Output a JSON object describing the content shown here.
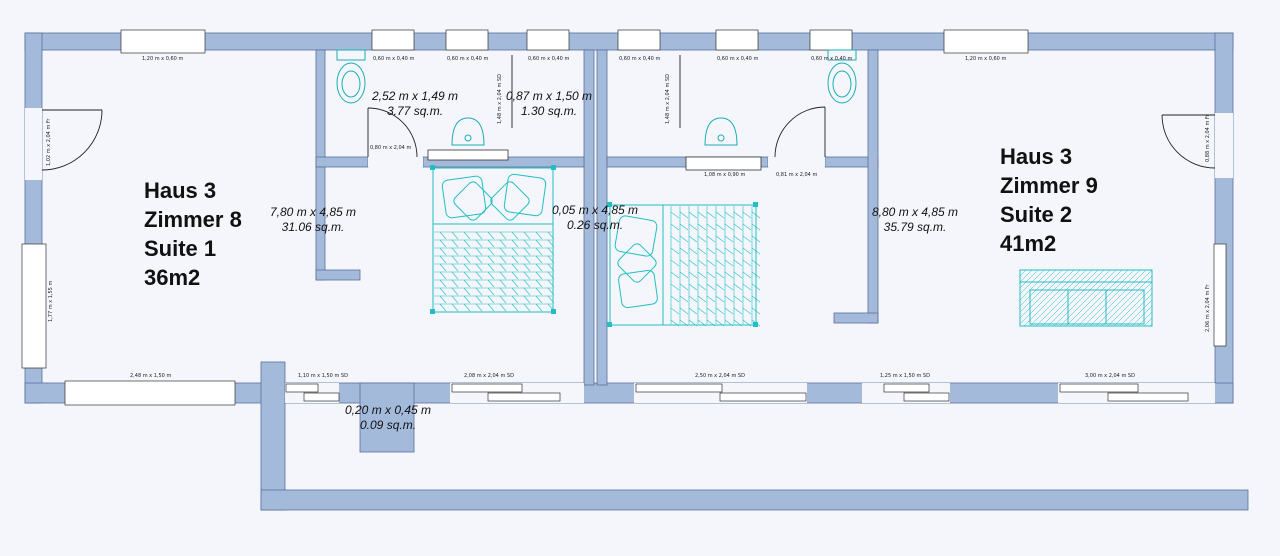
{
  "rooms": {
    "left": {
      "house": "Haus 3",
      "room": "Zimmer 8",
      "suite": "Suite 1",
      "area": "36m2"
    },
    "right": {
      "house": "Haus 3",
      "room": "Zimmer 9",
      "suite": "Suite 2",
      "area": "41m2"
    }
  },
  "dimensions": {
    "bath_left": {
      "size": "2,52 m x 1,49 m",
      "area": "3.77 sq.m."
    },
    "closet": {
      "size": "0,87 m x 1,50 m",
      "area": "1.30 sq.m."
    },
    "room_left": {
      "size": "7,80 m x 4,85 m",
      "area": "31.06 sq.m."
    },
    "wall_gap": {
      "size": "0,05 m x 4,85 m",
      "area": "0.26 sq.m."
    },
    "room_right": {
      "size": "8,80 m x 4,85 m",
      "area": "35.79 sq.m."
    },
    "pillar": {
      "size": "0,20 m x 0,45 m",
      "area": "0.09 sq.m."
    }
  },
  "opening_labels": {
    "top_left_window": "1,20 m x 0,60 m",
    "top_w1": "0,60 m x 0,40 m",
    "top_w2": "0,60 m x 0,40 m",
    "top_w3": "0,60 m x 0,40 m",
    "top_w4": "0,60 m x 0,40 m",
    "top_w5": "0,60 m x 0,40 m",
    "top_w6": "0,60 m x 0,40 m",
    "top_right_window": "1,20 m x 0,60 m",
    "bottom_left_window": "2,48 m x 1,50 m",
    "bottom_sd1": "1,10 m x 1,50 m SD",
    "bottom_sd2": "2,08 m x 2,04 m SD",
    "bottom_sd3": "2,50 m x 2,04 m SD",
    "bottom_sd4": "1,25 m x 1,50 m SD",
    "bottom_sd5": "3,00 m x 2,04 m SD",
    "door_bath_left": "0,80 m x 2,04 m",
    "door_bath_right": "0,81 m x 2,04 m",
    "basin_right": "1,08 m x 0,90 m",
    "left_door": "1,02 m x 2,04 m Fr",
    "left_window": "1,77 m x 1,55 m",
    "right_door": "0,88 m x 2,04 m Fr",
    "right_window": "2,06 m x 2,04 m Fr",
    "closet_sd1": "1,48 m x 2,04 m SD",
    "closet_sd2": "1,48 m x 2,04 m SD"
  },
  "colors": {
    "wall": "#a4badb",
    "wall_edge": "#5a6f99",
    "furniture": "#1fbfc4",
    "fixture": "#1aaeb3",
    "background": "#f5f6fb"
  }
}
